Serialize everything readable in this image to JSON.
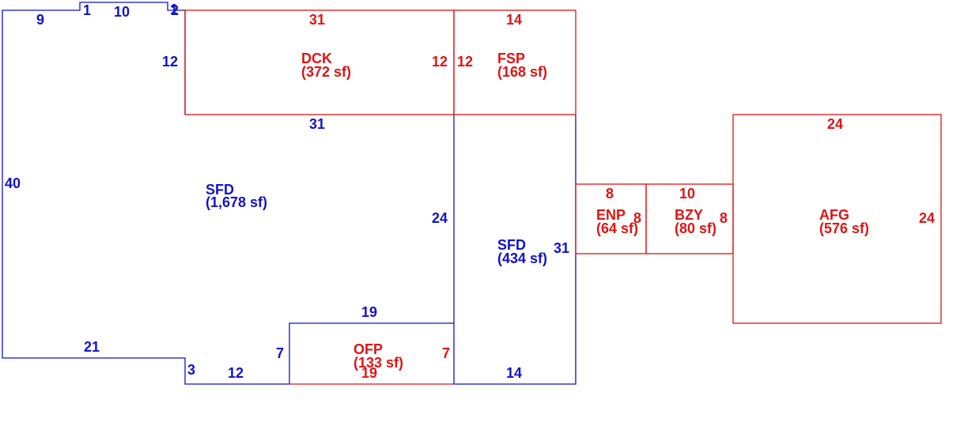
{
  "colors": {
    "living": "#1212cc",
    "other": "#e01414",
    "background": "#ffffff"
  },
  "areas": {
    "sfd_main": {
      "code": "SFD",
      "size": "(1,678 sf)"
    },
    "sfd_second": {
      "code": "SFD",
      "size": "(434 sf)"
    },
    "dck": {
      "code": "DCK",
      "size": "(372 sf)"
    },
    "fsp": {
      "code": "FSP",
      "size": "(168 sf)"
    },
    "ofp": {
      "code": "OFP",
      "size": "(133 sf)"
    },
    "enp": {
      "code": "ENP",
      "size": "(64 sf)"
    },
    "bzy": {
      "code": "BZY",
      "size": "(80 sf)"
    },
    "afg": {
      "code": "AFG",
      "size": "(576 sf)"
    }
  },
  "dimensions": {
    "sfd_left": "40",
    "sfd_top_left": "9",
    "sfd_notch_1": "1",
    "sfd_top_mid": "10",
    "sfd_notch_2_a": "1",
    "sfd_notch_2_b": "2",
    "sfd_right_upper": "12",
    "sfd_bottom_left": "21",
    "sfd_step_3": "3",
    "sfd_bottom_12": "12",
    "sfd_ofp_side": "7",
    "sfd_ofp_top": "19",
    "sfd_mid_31": "31",
    "sfd_mid_24": "24",
    "sfd2_right": "31",
    "sfd2_bottom": "14",
    "dck_top": "31",
    "dck_right": "12",
    "fsp_top": "14",
    "fsp_left": "12",
    "ofp_right": "7",
    "ofp_bottom": "19",
    "enp_top": "8",
    "enp_right": "8",
    "bzy_top": "10",
    "bzy_right": "8",
    "afg_top": "24",
    "afg_right": "24"
  }
}
